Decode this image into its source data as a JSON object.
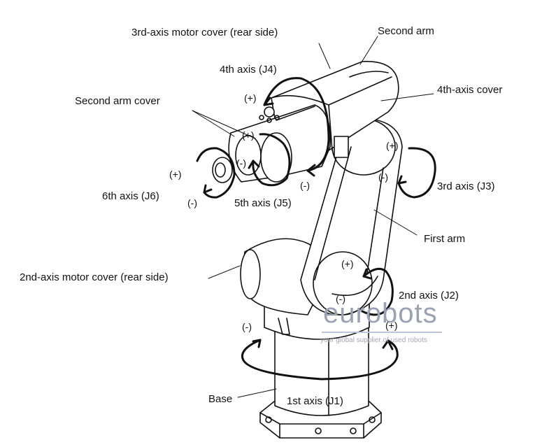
{
  "labels": {
    "third_axis_motor_cover": "3rd-axis motor cover (rear side)",
    "second_arm": "Second arm",
    "fourth_axis": "4th axis (J4)",
    "fourth_axis_cover": "4th-axis cover",
    "second_arm_cover": "Second arm cover",
    "sixth_axis": "6th axis (J6)",
    "fifth_axis": "5th axis (J5)",
    "third_axis": "3rd axis (J3)",
    "first_arm": "First arm",
    "second_axis_motor_cover": "2nd-axis motor cover (rear side)",
    "second_axis": "2nd axis (J2)",
    "base": "Base",
    "first_axis": "1st axis (J1)"
  },
  "signs": {
    "plus": "(+)",
    "minus": "(-)"
  },
  "watermark": {
    "brand": "eurobots",
    "tagline": "your global supplier of used robots"
  },
  "colors": {
    "line": "#111111",
    "watermark": "#9aa3b4",
    "watermark_rule": "#b9c7d8"
  }
}
